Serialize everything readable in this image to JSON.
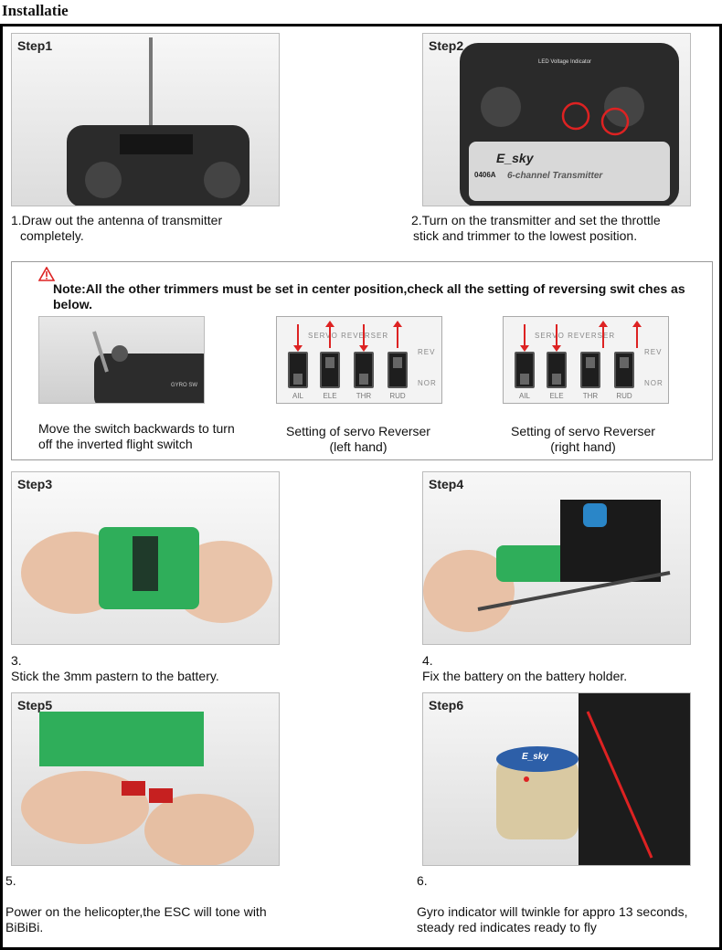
{
  "page_title": "Installatie",
  "steps": [
    {
      "label": "Step1",
      "caption_line1": "1.Draw out the antenna of transmitter",
      "caption_line2": "completely."
    },
    {
      "label": "Step2",
      "caption_line1": "2.Turn on the transmitter and set the throttle",
      "caption_line2": "stick and trimmer to the lowest position.",
      "brand": "E_sky",
      "model": "0406A",
      "subtitle": "6-channel Transmitter",
      "led_label": "LED Voltage Indicator"
    },
    {
      "label": "Step3",
      "caption_line1": "3.",
      "caption_line2": "Stick the 3mm pastern to the battery."
    },
    {
      "label": "Step4",
      "caption_line1": "4.",
      "caption_line2": "Fix the battery on the battery holder."
    },
    {
      "label": "Step5",
      "caption_line1": "5.",
      "caption_line2": "Power on the helicopter,the ESC will tone with",
      "caption_line3": "BiBiBi."
    },
    {
      "label": "Step6",
      "caption_line1": "6.",
      "caption_line2": "Gyro indicator will twinkle for appro 13 seconds,",
      "caption_line3": "steady red indicates ready to fly",
      "brand": "E_sky"
    }
  ],
  "note": {
    "text": "Note:All the other trimmers must be set  in center position,check all the setting of reversing swit ches as below.",
    "switch_caption_line1": "Move the switch backwards to turn",
    "switch_caption_line2": "off the inverted flight switch",
    "switch_label": "GYRO SW",
    "left_caption_line1": "Setting of servo Reverser",
    "left_caption_line2": "(left hand)",
    "right_caption_line1": "Setting of servo Reverser",
    "right_caption_line2": "(right hand)",
    "reverser_title": "SERVO REVERSER",
    "rev": "REV",
    "nor": "NOR",
    "channels": [
      "AIL",
      "ELE",
      "THR",
      "RUD"
    ]
  },
  "colors": {
    "warning": "#d22222",
    "arrow": "#d22222"
  }
}
